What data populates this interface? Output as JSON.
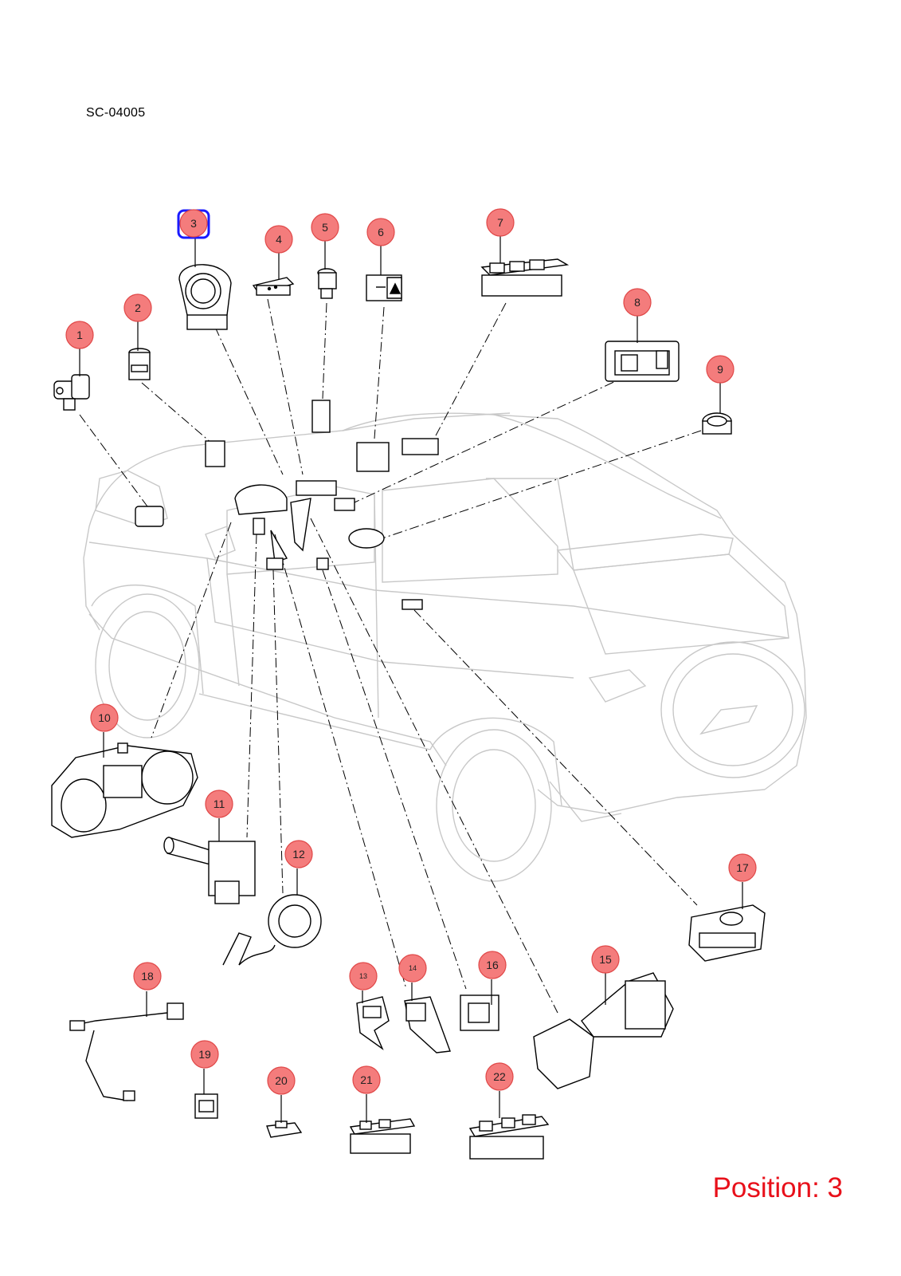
{
  "reference_code": "SC-04005",
  "position_label": "Position: 3",
  "selected_callout": "3",
  "colors": {
    "callout_fill": "#f47c7c",
    "callout_stroke": "#e04848",
    "highlight": "#1a1aff",
    "position_text": "#e8101a",
    "vehicle_outline": "#c8c8c8",
    "part_outline": "#000000"
  },
  "callouts": [
    "1",
    "2",
    "3",
    "4",
    "5",
    "6",
    "7",
    "8",
    "9",
    "10",
    "11",
    "12",
    "13",
    "14",
    "15",
    "16",
    "17",
    "18",
    "19",
    "20",
    "21",
    "22"
  ]
}
